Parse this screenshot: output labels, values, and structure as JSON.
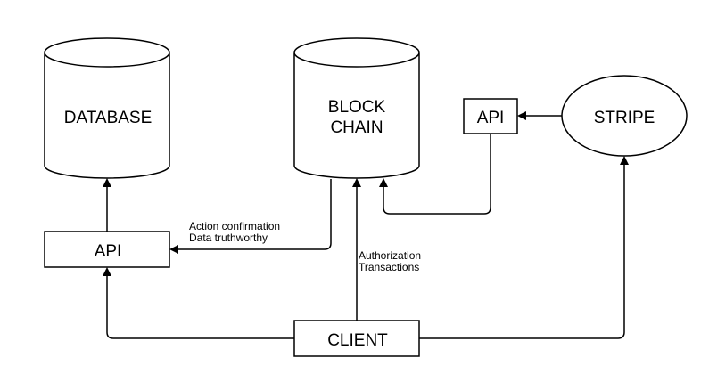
{
  "diagram": {
    "nodes": {
      "database": {
        "label": "DATABASE"
      },
      "blockchain": {
        "label_line1": "BLOCK",
        "label_line2": "CHAIN"
      },
      "api_stripe": {
        "label": "API"
      },
      "stripe": {
        "label": "STRIPE"
      },
      "api_main": {
        "label": "API"
      },
      "client": {
        "label": "CLIENT"
      }
    },
    "edges": {
      "blockchain_to_api": {
        "label_line1": "Action confirmation",
        "label_line2": "Data truthworthy"
      },
      "client_to_blockchain": {
        "label_line1": "Authorization",
        "label_line2": "Transactions"
      }
    },
    "colors": {
      "stroke": "#000000",
      "fill": "#ffffff"
    }
  }
}
